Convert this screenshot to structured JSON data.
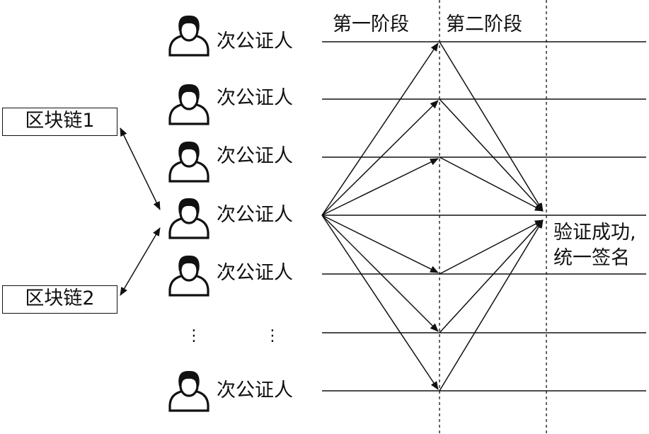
{
  "phases": {
    "first": "第一阶段",
    "second": "第二阶段"
  },
  "blockchains": [
    {
      "label": "区块链1"
    },
    {
      "label": "区块链2"
    }
  ],
  "notaries": [
    {
      "label": "次公证人"
    },
    {
      "label": "次公证人"
    },
    {
      "label": "次公证人"
    },
    {
      "label": "次公证人"
    },
    {
      "label": "次公证人"
    },
    {
      "label": "次公证人"
    }
  ],
  "ellipsis": "⋮",
  "result": {
    "line1": "验证成功,",
    "line2": "统一签名"
  },
  "colors": {
    "stroke": "#111111",
    "background": "#ffffff"
  },
  "icons": {
    "person": "person-icon"
  }
}
